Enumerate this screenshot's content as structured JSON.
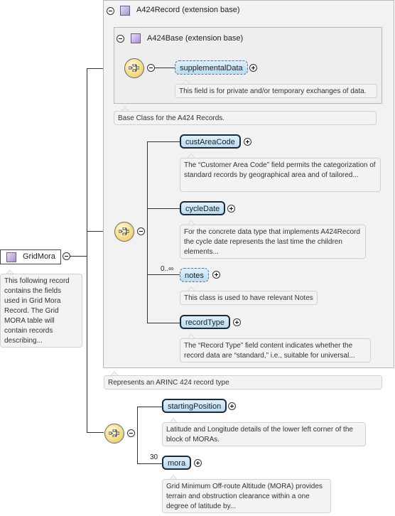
{
  "root": {
    "label": "GridMora",
    "note": "This following record contains the fields used in Grid Mora Record. The Grid MORA table will contain records describing..."
  },
  "a424record": {
    "title": "A424Record (extension base)",
    "note": "Base Class for the A424 Records."
  },
  "a424base": {
    "title": "A424Base (extension base)"
  },
  "supplemental": {
    "label": "supplementalData",
    "note": "This field is for private and/or temporary exchanges of data."
  },
  "custAreaCode": {
    "label": "custAreaCode",
    "note": "The “Customer Area Code” field permits the categorization of standard records by geographical area and of tailored..."
  },
  "cycleDate": {
    "label": "cycleDate",
    "note": "For the concrete data type that implements A424Record the cycle date represents the last time the children elements..."
  },
  "notes": {
    "label": "notes",
    "occurs": "0..∞",
    "note": "This class is used to have relevant Notes"
  },
  "recordType": {
    "label": "recordType",
    "note": "The “Record Type” field content indicates whether the record data are “standard,” i.e., suitable for universal..."
  },
  "arincNote": {
    "note": "Represents an ARINC 424 record type"
  },
  "startingPosition": {
    "label": "startingPosition",
    "note": "Latitude and Longitude details of the lower left corner of the block of MORAs."
  },
  "mora": {
    "label": "mora",
    "occurs": "30",
    "note": "Grid Minimum Off-route Altitude (MORA) provides terrain and obstruction clearance within a one degree of latitude by..."
  },
  "icons": [
    "type-icon",
    "sequence-icon",
    "collapse-icon",
    "expand-icon"
  ]
}
